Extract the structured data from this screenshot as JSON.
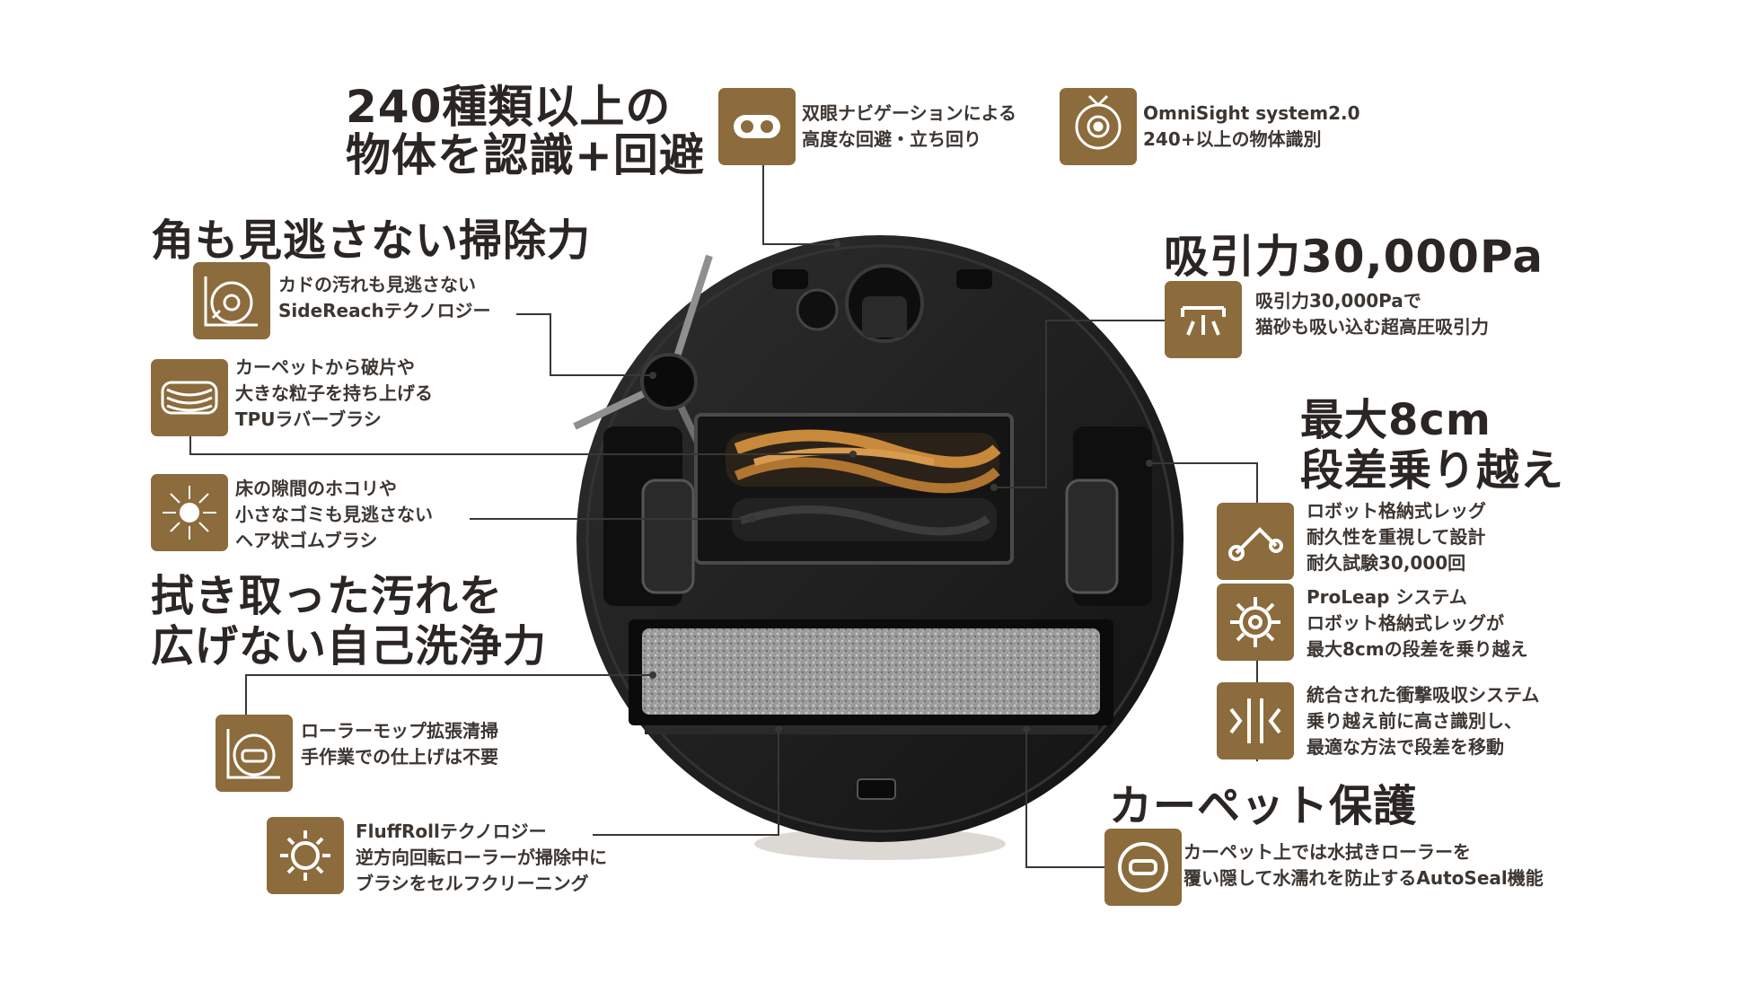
{
  "headings": {
    "object_avoidance": [
      "240種類以上の",
      "物体を認識+回避"
    ],
    "corner_cleaning": "角も見逃さない掃除力",
    "suction": "吸引力30,000Pa",
    "step_climb": [
      "最大8cm",
      "段差乗り越え"
    ],
    "self_cleaning": [
      "拭き取った汚れを",
      "広げない自己洗浄力"
    ],
    "carpet": "カーペット保護"
  },
  "features": {
    "stereo_nav": [
      "双眼ナビゲーションによる",
      "高度な回避・立ち回り"
    ],
    "omnisight": [
      "OmniSight system2.0",
      "240+以上の物体識別"
    ],
    "sidereach": [
      "カドの汚れも見逃さない",
      "SideReachテクノロジー"
    ],
    "tpu_brush": [
      "カーペットから破片や",
      "大きな粒子を持ち上げる",
      "TPUラバーブラシ"
    ],
    "hair_brush": [
      "床の隙間のホコリや",
      "小さなゴミも見逃さない",
      "ヘア状ゴムブラシ"
    ],
    "suction_detail": [
      "吸引力30,000Paで",
      "猫砂も吸い込む超高圧吸引力"
    ],
    "legs": [
      "ロボット格納式レッグ",
      "耐久性を重視して設計",
      "耐久試験30,000回"
    ],
    "proleap": [
      "ProLeap システム",
      "ロボット格納式レッグが",
      "最大8cmの段差を乗り越え"
    ],
    "shock": [
      "統合された衝撃吸収システム",
      "乗り越え前に高さ識別し、",
      "最適な方法で段差を移動"
    ],
    "roller_mop": [
      "ローラーモップ拡張清掃",
      "手作業での仕上げは不要"
    ],
    "fluffroll": [
      "FluffRollテクノロジー",
      "逆方向回転ローラーが掃除中に",
      "ブラシをセルフクリーニング"
    ],
    "autoseal": [
      "カーペット上では水拭きローラーを",
      "覆い隠して水濡れを防止するAutoSeal機能"
    ]
  },
  "colors": {
    "accent": "#8c6b3c",
    "text": "#2b2623",
    "robot": "#1c1c1c",
    "brush": "#c8893a"
  },
  "icons": [
    "stereo-camera-icon",
    "omnisight-eye-icon",
    "side-brush-icon",
    "rubber-brush-icon",
    "hair-brush-icon",
    "suction-icon",
    "leg-icon",
    "gear-icon",
    "shock-absorb-icon",
    "roller-mop-icon",
    "fluffroll-icon",
    "autoseal-icon"
  ]
}
